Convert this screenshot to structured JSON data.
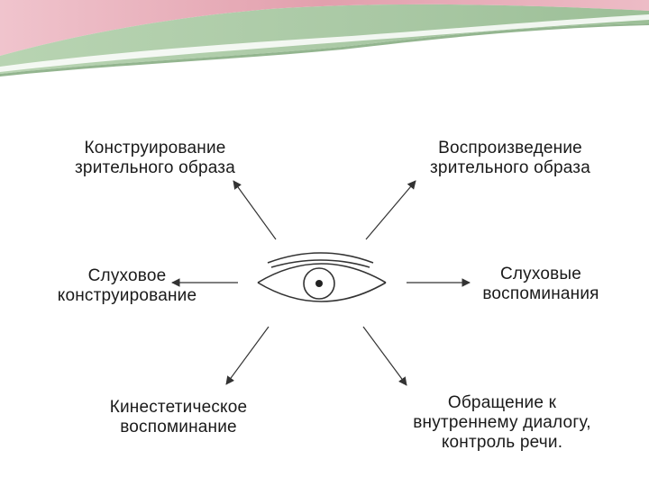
{
  "colors": {
    "banner_green": "#a9c8a4",
    "banner_green_dark": "#93b58f",
    "banner_pink": "#e2a0ad",
    "banner_white": "#ffffff",
    "line": "#333333",
    "text": "#1a1a1a"
  },
  "labels": {
    "visual_construct": {
      "line1": "Конструирование",
      "line2": "зрительного образа"
    },
    "visual_recall": {
      "line1": "Воспроизведение",
      "line2": "зрительного образа"
    },
    "auditory_construct": {
      "line1": "Слуховое",
      "line2": "конструирование"
    },
    "auditory_recall": {
      "line1": "Слуховые",
      "line2": "воспоминания"
    },
    "kinesthetic": {
      "line1": "Кинестетическое",
      "line2": "воспоминание"
    },
    "internal_dialogue": {
      "line1": "Обращение  к",
      "line2": "внутреннему диалогу,",
      "line3": "контроль  речи."
    }
  }
}
